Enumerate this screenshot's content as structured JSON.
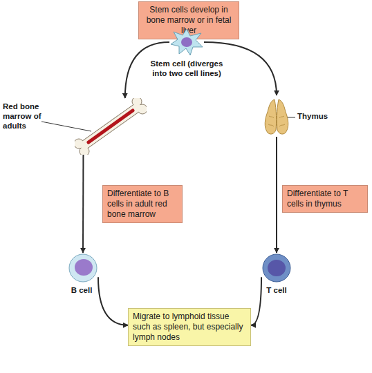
{
  "diagram": {
    "nodes": [
      {
        "text": [
          "Stem cells develop in bone marrow or in fetal liver"
        ]
      },
      {
        "text": [
          "Stem cell (diverges into two cell lines)"
        ]
      },
      {
        "text": [
          "Red bone marrow of adults"
        ]
      },
      {
        "text": [
          "Thymus"
        ]
      },
      {
        "text": [
          "Differentiate to B cells in adult red bone marrow"
        ]
      },
      {
        "text": [
          "Differentiate to T cells in thymus"
        ]
      },
      {
        "text": [
          "B cell"
        ]
      },
      {
        "text": [
          "T cell"
        ]
      },
      {
        "text": [
          "Migrate to lymphoid tissue such as spleen, but especially lymph nodes"
        ]
      }
    ],
    "edges": [
      {
        "from": 1,
        "to": 2,
        "arrow": "to"
      },
      {
        "from": 1,
        "to": 3,
        "arrow": "to"
      },
      {
        "from": 2,
        "to": 6,
        "arrow": "to"
      },
      {
        "from": 3,
        "to": 7,
        "arrow": "to"
      },
      {
        "from": 6,
        "to": 8,
        "arrow": "to"
      },
      {
        "from": 7,
        "to": 8,
        "arrow": "to"
      }
    ]
  }
}
